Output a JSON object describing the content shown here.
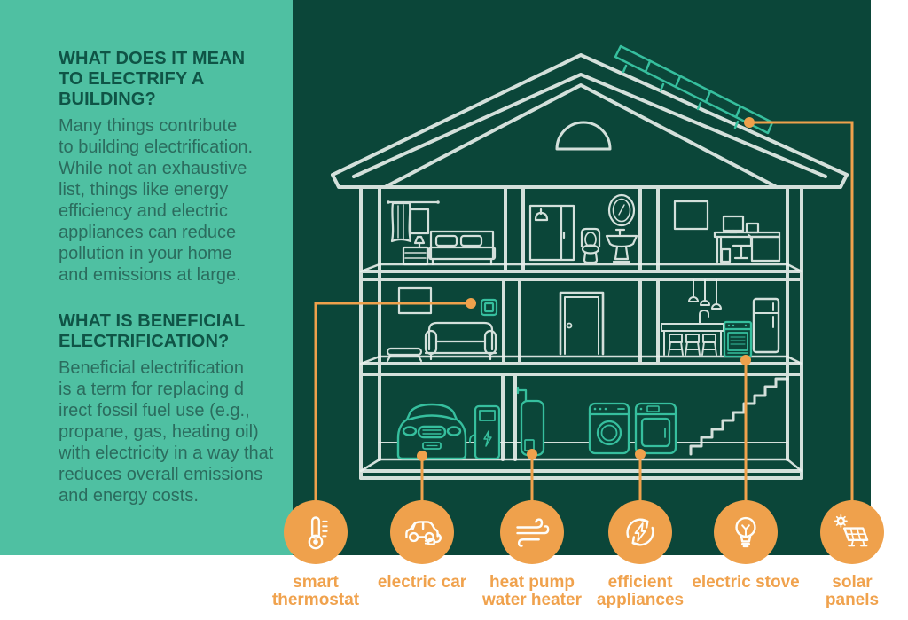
{
  "colors": {
    "page_bg": "#FFFFFF",
    "sidebar_bg": "#4FC0A2",
    "panel_bg": "#0B4639",
    "heading_text": "#0F5446",
    "body_text": "#2B6C5E",
    "accent_orange": "#EFA14C",
    "accent_teal": "#36BF9E",
    "chalk_white": "#EAF1ED"
  },
  "sidebar": {
    "section1": {
      "heading": "WHAT DOES IT MEAN\nTO ELECTRIFY A\nBUILDING?",
      "body": "Many things contribute\nto building electrification.\nWhile not an exhaustive\nlist, things like energy\nefficiency and electric\nappliances can reduce\npollution in your home\nand emissions at large."
    },
    "section2": {
      "heading": "WHAT IS BENEFICIAL\nELECTRIFICATION?",
      "body": "Beneficial electrification\nis a term for replacing d\nirect fossil fuel use (e.g.,\npropane, gas, heating oil)\nwith electricity in a way that\nreduces overall emissions\nand energy costs."
    }
  },
  "legend": {
    "items": [
      {
        "label": "smart\nthermostat",
        "icon": "thermometer-icon"
      },
      {
        "label": "electric car",
        "icon": "electric-car-icon"
      },
      {
        "label": "heat pump\nwater heater",
        "icon": "wind-icon"
      },
      {
        "label": "efficient\nappliances",
        "icon": "energy-cycle-icon"
      },
      {
        "label": "electric stove",
        "icon": "lightbulb-icon"
      },
      {
        "label": "solar\npanels",
        "icon": "solar-panel-icon"
      }
    ]
  }
}
